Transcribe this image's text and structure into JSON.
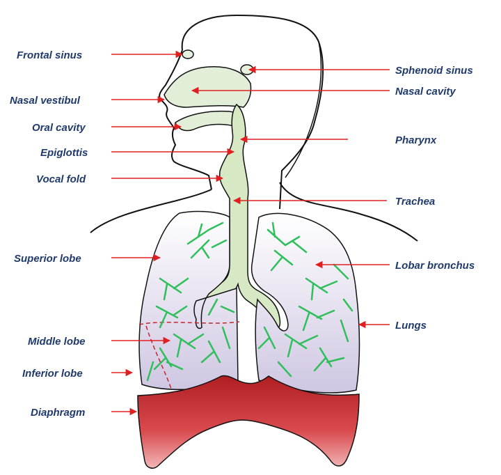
{
  "labels_left": {
    "frontal_sinus": "Frontal sinus",
    "nasal_vestibul": "Nasal vestibul",
    "oral_cavity": "Oral cavity",
    "epiglottis": "Epiglottis",
    "vocal_fold": "Vocal fold",
    "superior_lobe": "Superior lobe",
    "middle_lobe": "Middle lobe",
    "inferior_lobe": "Inferior lobe",
    "diaphragm": "Diaphragm"
  },
  "labels_right": {
    "sphenoid_sinus": "Sphenoid sinus",
    "nasal_cavity": "Nasal cavity",
    "pharynx": "Pharynx",
    "trachea": "Trachea",
    "lobar_bronchus": "Lobar bronchus",
    "lungs": "Lungs"
  },
  "colors": {
    "label_text": "#1f3a6b",
    "arrow": "#e02020",
    "outline": "#111111",
    "airway": "#d9ebc9",
    "bronchi": "#2fbf5a",
    "lung_fill": "#d6cfe6",
    "diaphragm": "#c0282c"
  }
}
